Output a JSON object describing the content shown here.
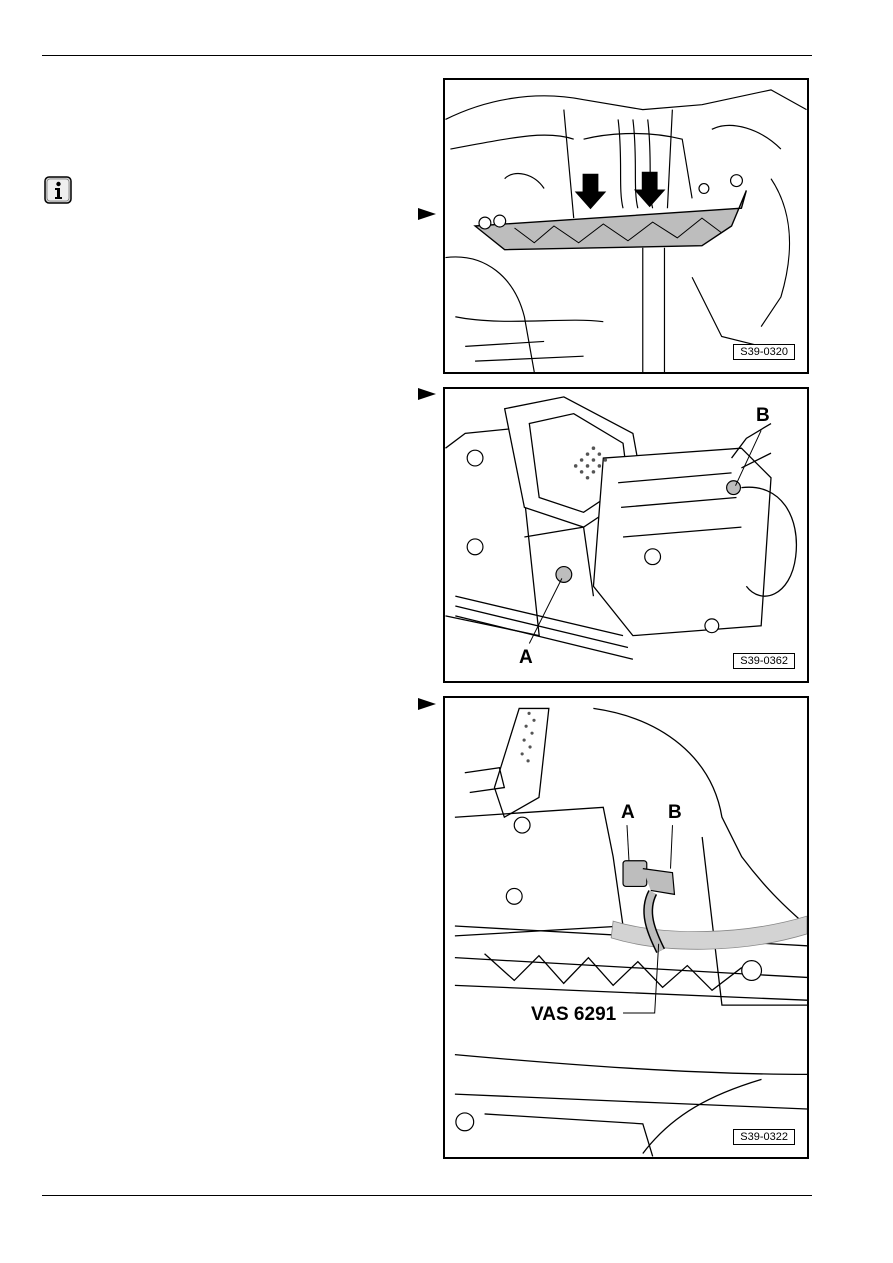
{
  "figures": [
    {
      "label": "S39-0320",
      "callouts": []
    },
    {
      "label": "S39-0362",
      "callouts": [
        "B",
        "A"
      ]
    },
    {
      "label": "S39-0322",
      "callouts": [
        "A",
        "B",
        "VAS 6291"
      ]
    }
  ],
  "icons": {
    "info": "info-icon",
    "pointer": "triangle-pointer-icon"
  },
  "colors": {
    "line": "#000000",
    "shade": "#bdbdbd",
    "paper": "#ffffff"
  }
}
